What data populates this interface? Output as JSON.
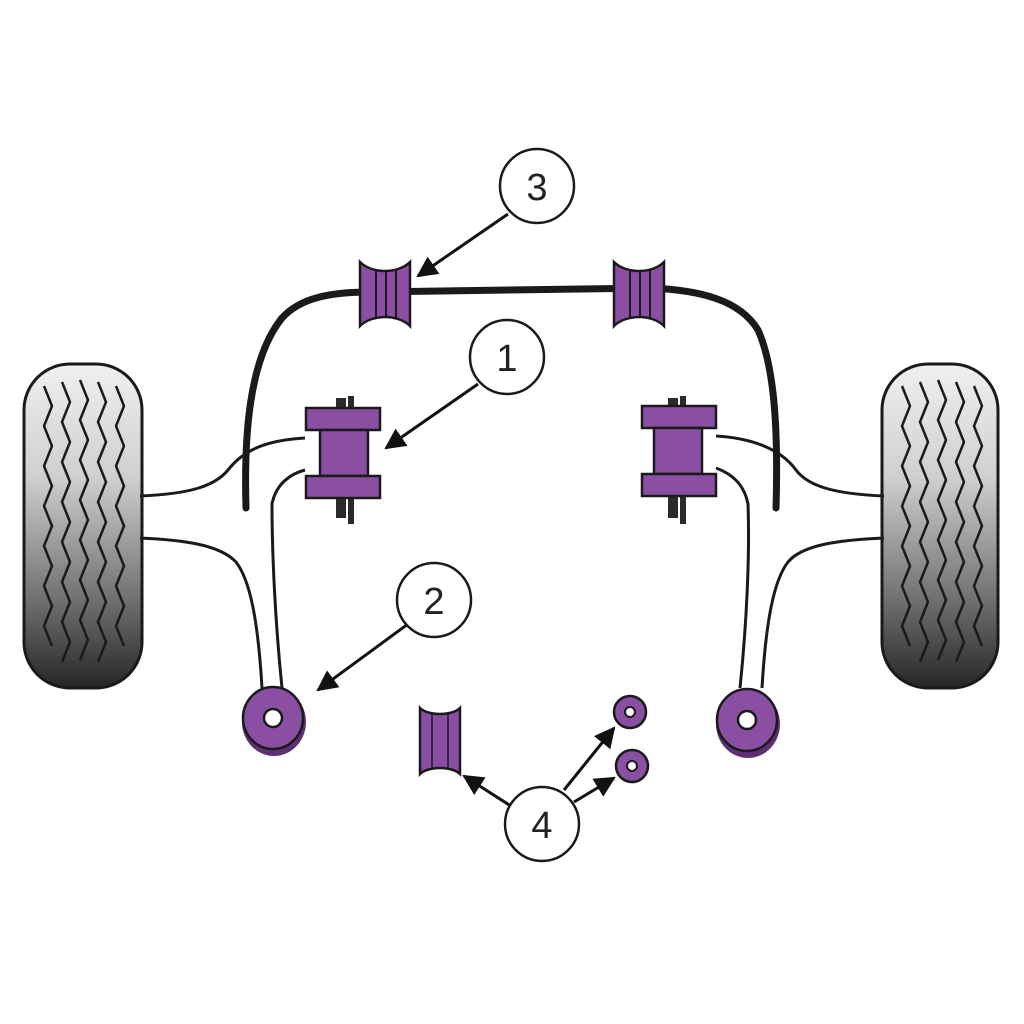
{
  "diagram": {
    "callouts": [
      {
        "id": "1",
        "label": "1"
      },
      {
        "id": "2",
        "label": "2"
      },
      {
        "id": "3",
        "label": "3"
      },
      {
        "id": "4",
        "label": "4"
      }
    ]
  },
  "colors": {
    "bush_fill": "#8a4fa2",
    "bush_dark": "#5e2f73",
    "bush_light": "#b07bc4",
    "outline": "#1a1a1a",
    "tyre_dark": "#2a2a2a",
    "tyre_light": "#e6e6e6"
  }
}
